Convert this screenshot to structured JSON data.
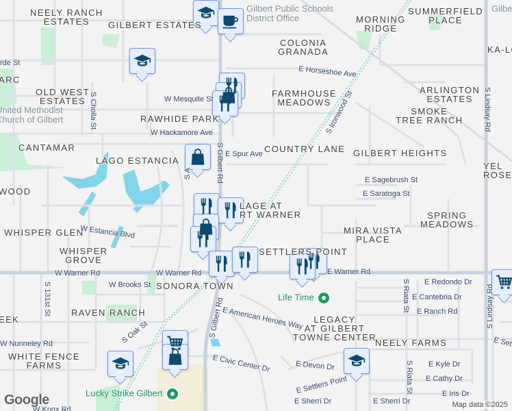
{
  "map": {
    "attribution": "Map data ©2025",
    "logo": "Google",
    "colors": {
      "background": "#f4f3f4",
      "road": "#d5dbe2",
      "major_road": "#c9d1da",
      "water": "#7fd3ea",
      "park": "#c5ecd3",
      "railway": "#7fcfb8",
      "marker_fill": "#e6eefc",
      "marker_border": "#6f98dc",
      "icon": "#0b4a6e"
    }
  },
  "neighborhoods": [
    {
      "name": "NEELY RANCH\nESTATES"
    },
    {
      "name": "GILBERT ESTATES"
    },
    {
      "name": "MORNING\nRIDGE"
    },
    {
      "name": "SUMMERFIELD\nPLACE"
    },
    {
      "name": "COLONIA\nGRANADA"
    },
    {
      "name": "KA-LO"
    },
    {
      "name": "ARC"
    },
    {
      "name": "OLD WEST\nESTATES"
    },
    {
      "name": "FARMHOUSE\nMEADOWS"
    },
    {
      "name": "ARLINGTON\nESTATES"
    },
    {
      "name": "RAWHIDE PARK"
    },
    {
      "name": "SMOKE\nTREE RANCH"
    },
    {
      "name": "CANTAMAR"
    },
    {
      "name": "LAGO ESTANCIA"
    },
    {
      "name": "COUNTRY LANE"
    },
    {
      "name": "GILBERT HEIGHTS"
    },
    {
      "name": "YEL\nROSE"
    },
    {
      "name": "WOOD"
    },
    {
      "name": "LAGE AT\nRT WARNER"
    },
    {
      "name": "SPRING\nMEADOWS"
    },
    {
      "name": "WHISPER GLEN"
    },
    {
      "name": "MIRA VISTA\nPLACE"
    },
    {
      "name": "WHISPER\nGROVE"
    },
    {
      "name": "SETTLERS POINT"
    },
    {
      "name": "SONORA TOWN"
    },
    {
      "name": "RAVEN RANCH"
    },
    {
      "name": "LEGACY\nAT GILBERT\nTOWNE CENTER"
    },
    {
      "name": "EEK"
    },
    {
      "name": "NEELY FARMS"
    },
    {
      "name": "WHITE FENCE\nFARMS"
    }
  ],
  "streets": [
    "rde St",
    "W Mesquite St",
    "S Cholla St",
    "W Hackamore Ave",
    "E Spur Ave",
    "S Gilbert Rd",
    "S A",
    "E Horseshoe Ave",
    "S Ironwood St",
    "S Lindsay Rd",
    "E Sagebrush St",
    "E Saratoga St",
    "W Estancia Blvd",
    "W Warner Rd",
    "W Warner Rd",
    "E Warner Rd",
    "W Brooks St",
    "S 131st St",
    "E Redondo Dr",
    "E Cantebria Dr",
    "E Ranch Rd",
    "S Riata St",
    "E American Heroes Way",
    "S Oak St",
    "S Gilbert Rd",
    "W Nunneley Rd",
    "E Civic Center Dr",
    "E Devon Dr",
    "E Settlers Point",
    "E Kyle Dr",
    "E Cathy Dr",
    "E Iris Dr",
    "E Sherri Dr",
    "E Sherri Dr",
    "S Riata St",
    "S Lindsay Rd",
    "E Settl",
    "W Knox Rd"
  ],
  "pois": [
    {
      "name": "Gilbert Public Schools\nDistrict Office",
      "kind": "text"
    },
    {
      "name": "United Methodist\nChurch of Gilbert",
      "kind": "text"
    },
    {
      "name": "Gilbe",
      "kind": "text"
    },
    {
      "name": "Life Time",
      "kind": "green-pin"
    },
    {
      "name": "Lucky Strike Gilbert",
      "kind": "green-pin"
    }
  ],
  "markers": [
    {
      "icon": "school-icon"
    },
    {
      "icon": "coffee-icon"
    },
    {
      "icon": "school-icon"
    },
    {
      "icon": "restaurant-icon"
    },
    {
      "icon": "shopping-bag-icon"
    },
    {
      "icon": "restaurant-icon"
    },
    {
      "icon": "shopping-bag-icon"
    },
    {
      "icon": "restaurant-icon"
    },
    {
      "icon": "restaurant-icon"
    },
    {
      "icon": "shopping-bag-icon"
    },
    {
      "icon": "restaurant-icon"
    },
    {
      "icon": "restaurant-icon"
    },
    {
      "icon": "restaurant-icon"
    },
    {
      "icon": "restaurant-icon"
    },
    {
      "icon": "restaurant-icon"
    },
    {
      "icon": "shopping-cart-icon"
    },
    {
      "icon": "shopping-cart-icon"
    },
    {
      "icon": "shopping-bag-icon"
    },
    {
      "icon": "school-icon"
    },
    {
      "icon": "school-icon"
    }
  ]
}
